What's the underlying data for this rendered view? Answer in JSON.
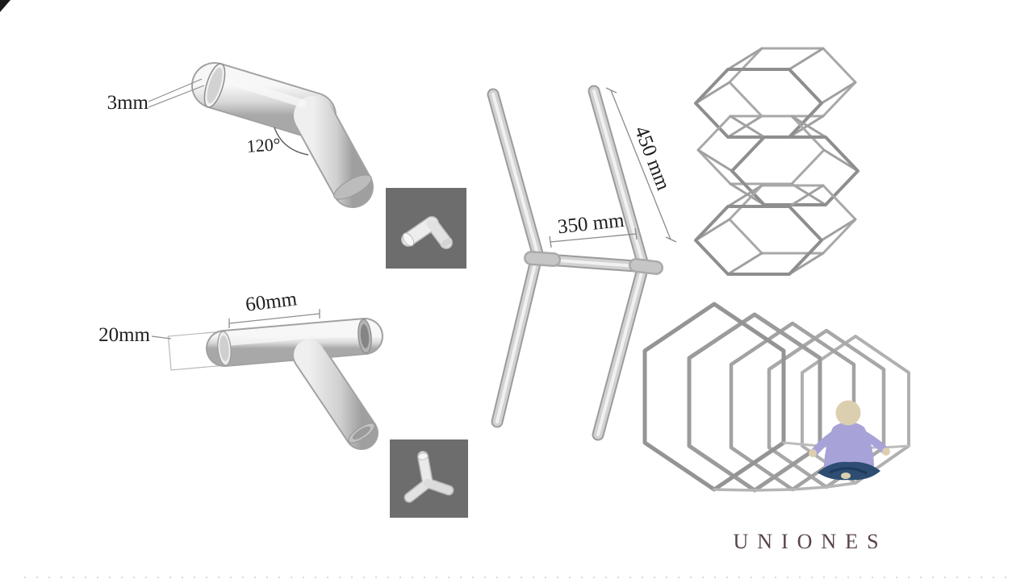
{
  "title": "UNIONES",
  "annotations": {
    "elbow_wall_thickness": "3mm",
    "elbow_bend_angle": "120°",
    "y_socket_length": "60mm",
    "y_socket_width": "20mm",
    "frame_width": "350 mm",
    "frame_strut_length": "450 mm"
  },
  "figures": {
    "elbow_connector": "elbow-pipe-connector",
    "y_connector": "y-pipe-connector",
    "elbow_thumbnail": "elbow-connector-photo",
    "y_thumbnail": "y-connector-photo",
    "frame_assembly": "pipe-frame-assembly",
    "hex_stack": "stacked-hexagon-modules",
    "hex_tunnel": "hexagon-tunnel-with-person"
  },
  "colors": {
    "background": "#ffffff",
    "tube_light": "#f2f2f2",
    "tube_mid": "#c9c9c9",
    "tube_dark": "#9a9a9a",
    "thumbnail_background": "#6d6d6d",
    "title_text": "#57434f",
    "annotation_text": "#1f1f1f",
    "person_skin": "#dccfb0",
    "person_shirt": "#a7a2d8",
    "person_pants": "#2d4d72"
  }
}
